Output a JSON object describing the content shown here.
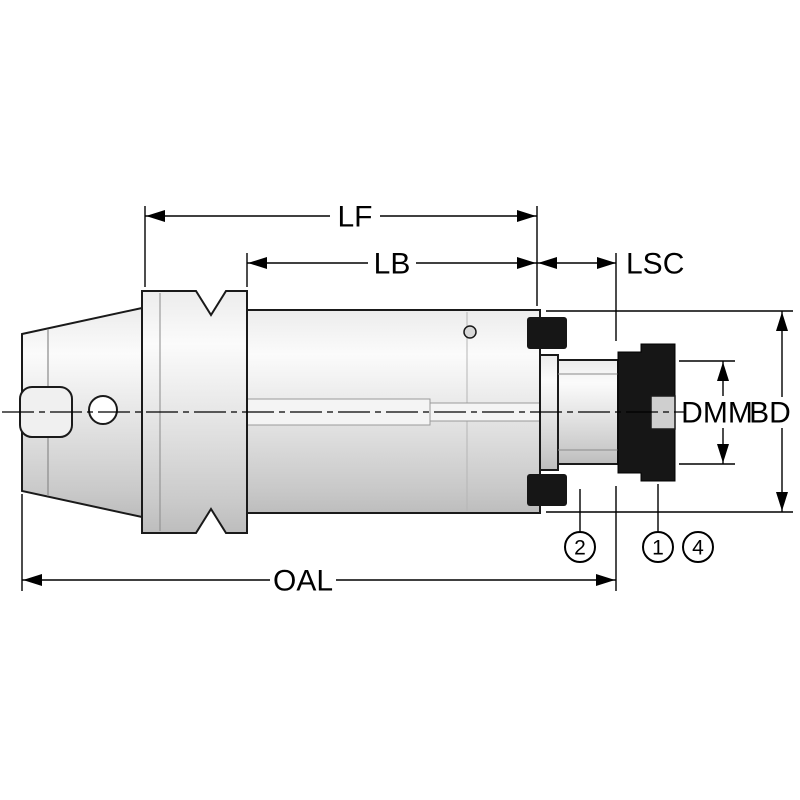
{
  "diagram": {
    "type": "technical-drawing",
    "subject": "Shell mill arbor with HSK shank, side view with dimension callouts",
    "colors": {
      "outline": "#1a1a1a",
      "metal_light": "#fbfbfb",
      "metal_mid": "#e3e3e3",
      "metal_dark": "#bdbdbd",
      "hardware_black": "#161616",
      "background": "#ffffff"
    },
    "dimensions": {
      "lf": {
        "label": "LF"
      },
      "lb": {
        "label": "LB"
      },
      "lsc": {
        "label": "LSC"
      },
      "dmm": {
        "label": "DMM"
      },
      "bd": {
        "label": "BD"
      },
      "oal": {
        "label": "OAL"
      }
    },
    "callouts": [
      {
        "number": "2"
      },
      {
        "number": "1"
      },
      {
        "number": "4"
      }
    ]
  }
}
